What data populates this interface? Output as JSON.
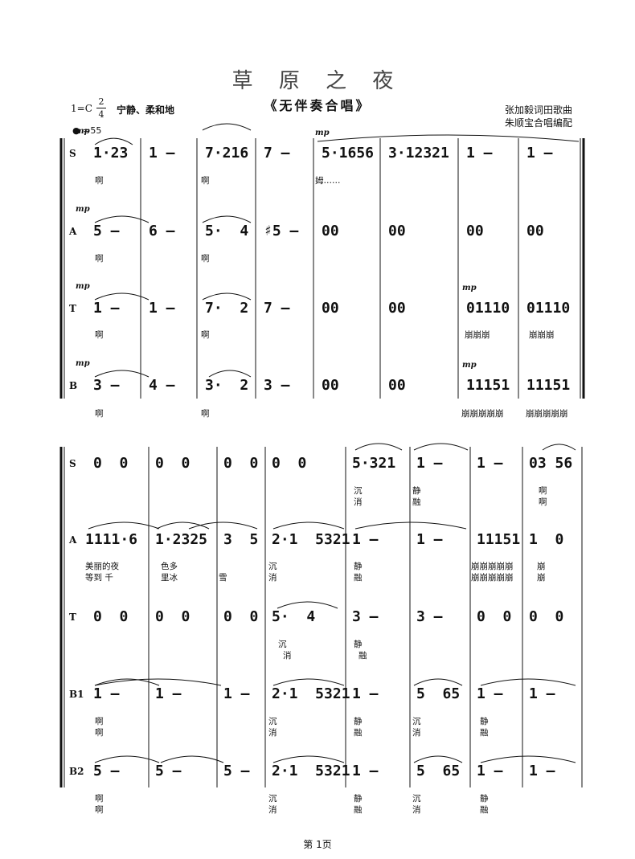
{
  "header": {
    "title": "草 原 之 夜",
    "subtitle": "《无伴奏合唱》",
    "credit_lines": [
      "张加毅词田歌曲",
      "朱顺宝合唱编配"
    ],
    "key": "1=C",
    "time_sig": [
      "2",
      "4"
    ],
    "tempo_mark": "宁静、柔和地",
    "metronome": "=55"
  },
  "system1": {
    "voices": [
      {
        "label": "S",
        "dyn": "mp",
        "measures": [
          "1·23",
          "1 –",
          "7·216",
          "7 –",
          "5·1656",
          "3·12321",
          "1 –",
          "1 –"
        ],
        "lyrics": [
          [
            "啊"
          ],
          [
            "啊"
          ],
          [
            "姆……"
          ]
        ]
      },
      {
        "label": "A",
        "dyn": "mp",
        "measures": [
          "5 –",
          "6 –",
          "5·  4",
          "♯5 –",
          "00",
          "00",
          "00",
          "00"
        ],
        "lyrics": [
          [
            "啊"
          ],
          [
            "啊"
          ]
        ]
      },
      {
        "label": "T",
        "dyn": "mp",
        "measures": [
          "1 –",
          "1 –",
          "7·  2",
          "7 –",
          "00",
          "00",
          "01110",
          "01110"
        ],
        "lyrics": [
          [
            "啊"
          ],
          [
            "啊"
          ],
          [
            "崩崩崩"
          ],
          [
            "崩崩崩"
          ]
        ]
      },
      {
        "label": "B",
        "dyn": "mp",
        "measures": [
          "3 –",
          "4 –",
          "3·  2",
          "3 –",
          "00",
          "00",
          "11151",
          "11151"
        ],
        "lyrics": [
          [
            "啊"
          ],
          [
            "啊"
          ],
          [
            "崩崩崩崩崩"
          ],
          [
            "崩崩崩崩崩"
          ]
        ]
      }
    ],
    "inner_dyn": "mp"
  },
  "system2": {
    "voices": [
      {
        "label": "S",
        "measures": [
          "0  0",
          "0  0",
          "0  0",
          "0  0",
          "5·321",
          "1 –",
          "1 –",
          "03 56"
        ],
        "lyrics": [
          [
            "沉",
            "消"
          ],
          [
            "静",
            "融"
          ],
          [
            "啊",
            "啊"
          ]
        ]
      },
      {
        "label": "A",
        "measures": [
          "1111·6",
          "1·2325",
          "3  5",
          "2·1  5321",
          "1 –",
          "1 –",
          "11151",
          "1  0"
        ],
        "lyrics": [
          [
            "美丽的夜",
            "等到 千"
          ],
          [
            "色多",
            "里冰"
          ],
          [
            "",
            "雪"
          ],
          [
            "沉",
            "消"
          ],
          [
            "静",
            "融"
          ],
          [
            "崩崩崩崩崩",
            "崩崩崩崩崩"
          ],
          [
            "崩",
            "崩"
          ]
        ]
      },
      {
        "label": "T",
        "measures": [
          "0  0",
          "0  0",
          "0  0",
          "5·  4",
          "3 –",
          "3 –",
          "0  0",
          "0  0"
        ],
        "lyrics": [
          [
            "沉",
            "消"
          ],
          [
            "静",
            "融"
          ]
        ]
      },
      {
        "label": "B1",
        "measures": [
          "1 –",
          "1 –",
          "1 –",
          "2·1  5321",
          "1 –",
          "5  65",
          "1 –",
          "1 –"
        ],
        "lyrics": [
          [
            "啊",
            "啊"
          ],
          [
            "沉",
            "消"
          ],
          [
            "静",
            "融"
          ],
          [
            "沉",
            "消"
          ],
          [
            "静",
            "融"
          ]
        ]
      },
      {
        "label": "B2",
        "measures": [
          "5 –",
          "5 –",
          "5 –",
          "2·1  5321",
          "1 –",
          "5  65",
          "1 –",
          "1 –"
        ],
        "lyrics": [
          [
            "啊",
            "啊"
          ],
          [
            "沉",
            "消"
          ],
          [
            "静",
            "融"
          ],
          [
            "沉",
            "消"
          ],
          [
            "静",
            "融"
          ]
        ]
      }
    ]
  },
  "footer": {
    "page": "第 1页"
  }
}
